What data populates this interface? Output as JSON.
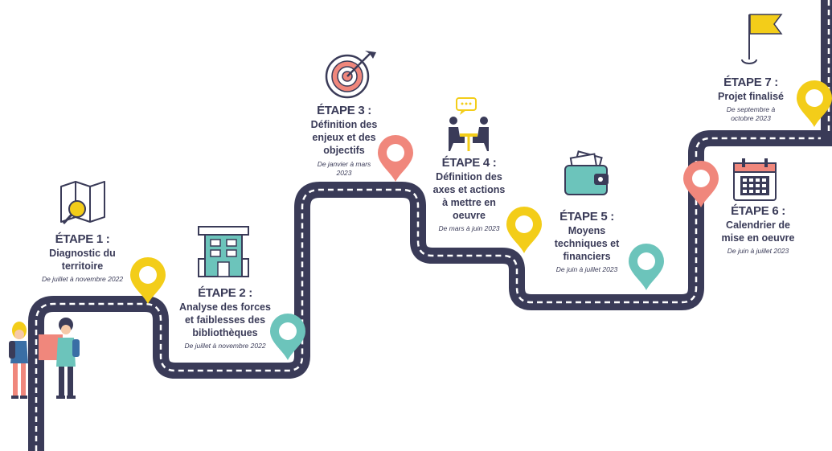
{
  "steps": [
    {
      "title": "ÉTAPE 1 :",
      "desc": [
        "Diagnostic du",
        "territoire"
      ],
      "date": [
        "De juillet à novembre 2022"
      ],
      "pin_color": "#f3cd19",
      "icon": "map-search-icon"
    },
    {
      "title": "ÉTAPE 2 :",
      "desc": [
        "Analyse des forces",
        "et faiblesses des",
        "bibliothèques"
      ],
      "date": [
        "De juillet à novembre 2022"
      ],
      "pin_color": "#6cc4bb",
      "icon": "building-icon"
    },
    {
      "title": "ÉTAPE 3 :",
      "desc": [
        "Définition des",
        "enjeux et des",
        "objectifs"
      ],
      "date": [
        "De janvier à mars",
        "2023"
      ],
      "pin_color": "#f0877c",
      "icon": "target-icon"
    },
    {
      "title": "ÉTAPE 4 :",
      "desc": [
        "Définition des",
        "axes et actions",
        "à mettre en",
        "oeuvre"
      ],
      "date": [
        "De mars à juin 2023"
      ],
      "pin_color": "#f3cd19",
      "icon": "meeting-icon"
    },
    {
      "title": "ÉTAPE 5 :",
      "desc": [
        "Moyens",
        "techniques et",
        "financiers"
      ],
      "date": [
        "De juin à juillet 2023"
      ],
      "pin_color": "#6cc4bb",
      "icon": "wallet-icon"
    },
    {
      "title": "ÉTAPE 6 :",
      "desc": [
        "Calendrier de",
        "mise en oeuvre"
      ],
      "date": [
        "De juin à juillet 2023"
      ],
      "pin_color": "#f0877c",
      "icon": "calendar-icon"
    },
    {
      "title": "ÉTAPE 7 :",
      "desc": [
        "Projet finalisé"
      ],
      "date": [
        "De septembre à",
        "octobre 2023"
      ],
      "pin_color": "#f3cd19",
      "icon": "flag-icon"
    }
  ],
  "colors": {
    "road": "#3a3b58",
    "dash": "#ffffff",
    "text": "#3a3b58",
    "yellow": "#f3cd19",
    "teal": "#6cc4bb",
    "coral": "#f0877c"
  }
}
